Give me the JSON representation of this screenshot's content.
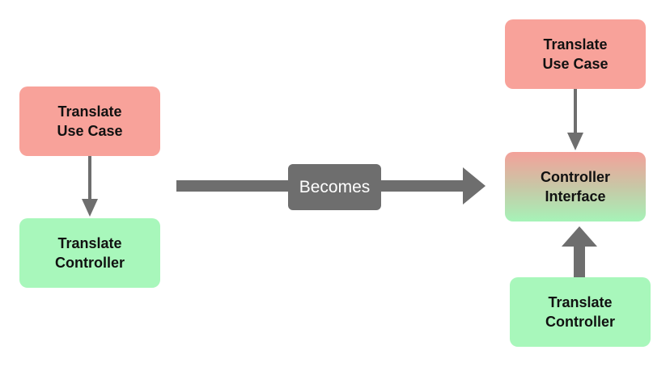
{
  "left": {
    "use_case": {
      "line1": "Translate",
      "line2": "Use Case"
    },
    "controller": {
      "line1": "Translate",
      "line2": "Controller"
    }
  },
  "transition": {
    "label": "Becomes"
  },
  "right": {
    "use_case": {
      "line1": "Translate",
      "line2": "Use Case"
    },
    "interface": {
      "line1": "Controller",
      "line2": "Interface"
    },
    "controller": {
      "line1": "Translate",
      "line2": "Controller"
    }
  },
  "colors": {
    "use_case_fill": "#f8a29a",
    "controller_fill": "#a8f7bb",
    "arrow": "#6e6e6e",
    "label_text": "#ffffff"
  }
}
